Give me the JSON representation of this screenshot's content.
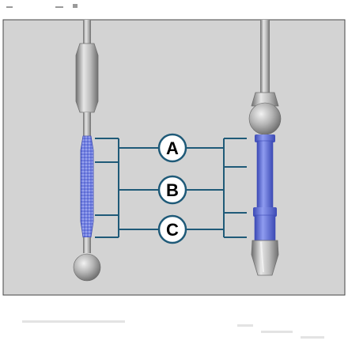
{
  "labels": [
    {
      "id": "a",
      "text": "A"
    },
    {
      "id": "b",
      "text": "B"
    },
    {
      "id": "c",
      "text": "C"
    }
  ],
  "colors": {
    "panel_background": "#d3d3d3",
    "panel_border": "#444444",
    "tool_gray": "#a7a7a7",
    "tool_gray_light": "#e6e6e6",
    "tool_gray_dark": "#6f6f6f",
    "scale_blue": "#6f7fe0",
    "scale_blue_dark": "#3c4ab5",
    "leader_line": "#1f5a78",
    "label_circle_fill": "#ffffff",
    "label_circle_stroke": "#1f5a78"
  },
  "icons": {
    "left_tool": "dipstick-with-marked-range-icon",
    "right_tool": "dipstick-with-banded-range-icon"
  }
}
